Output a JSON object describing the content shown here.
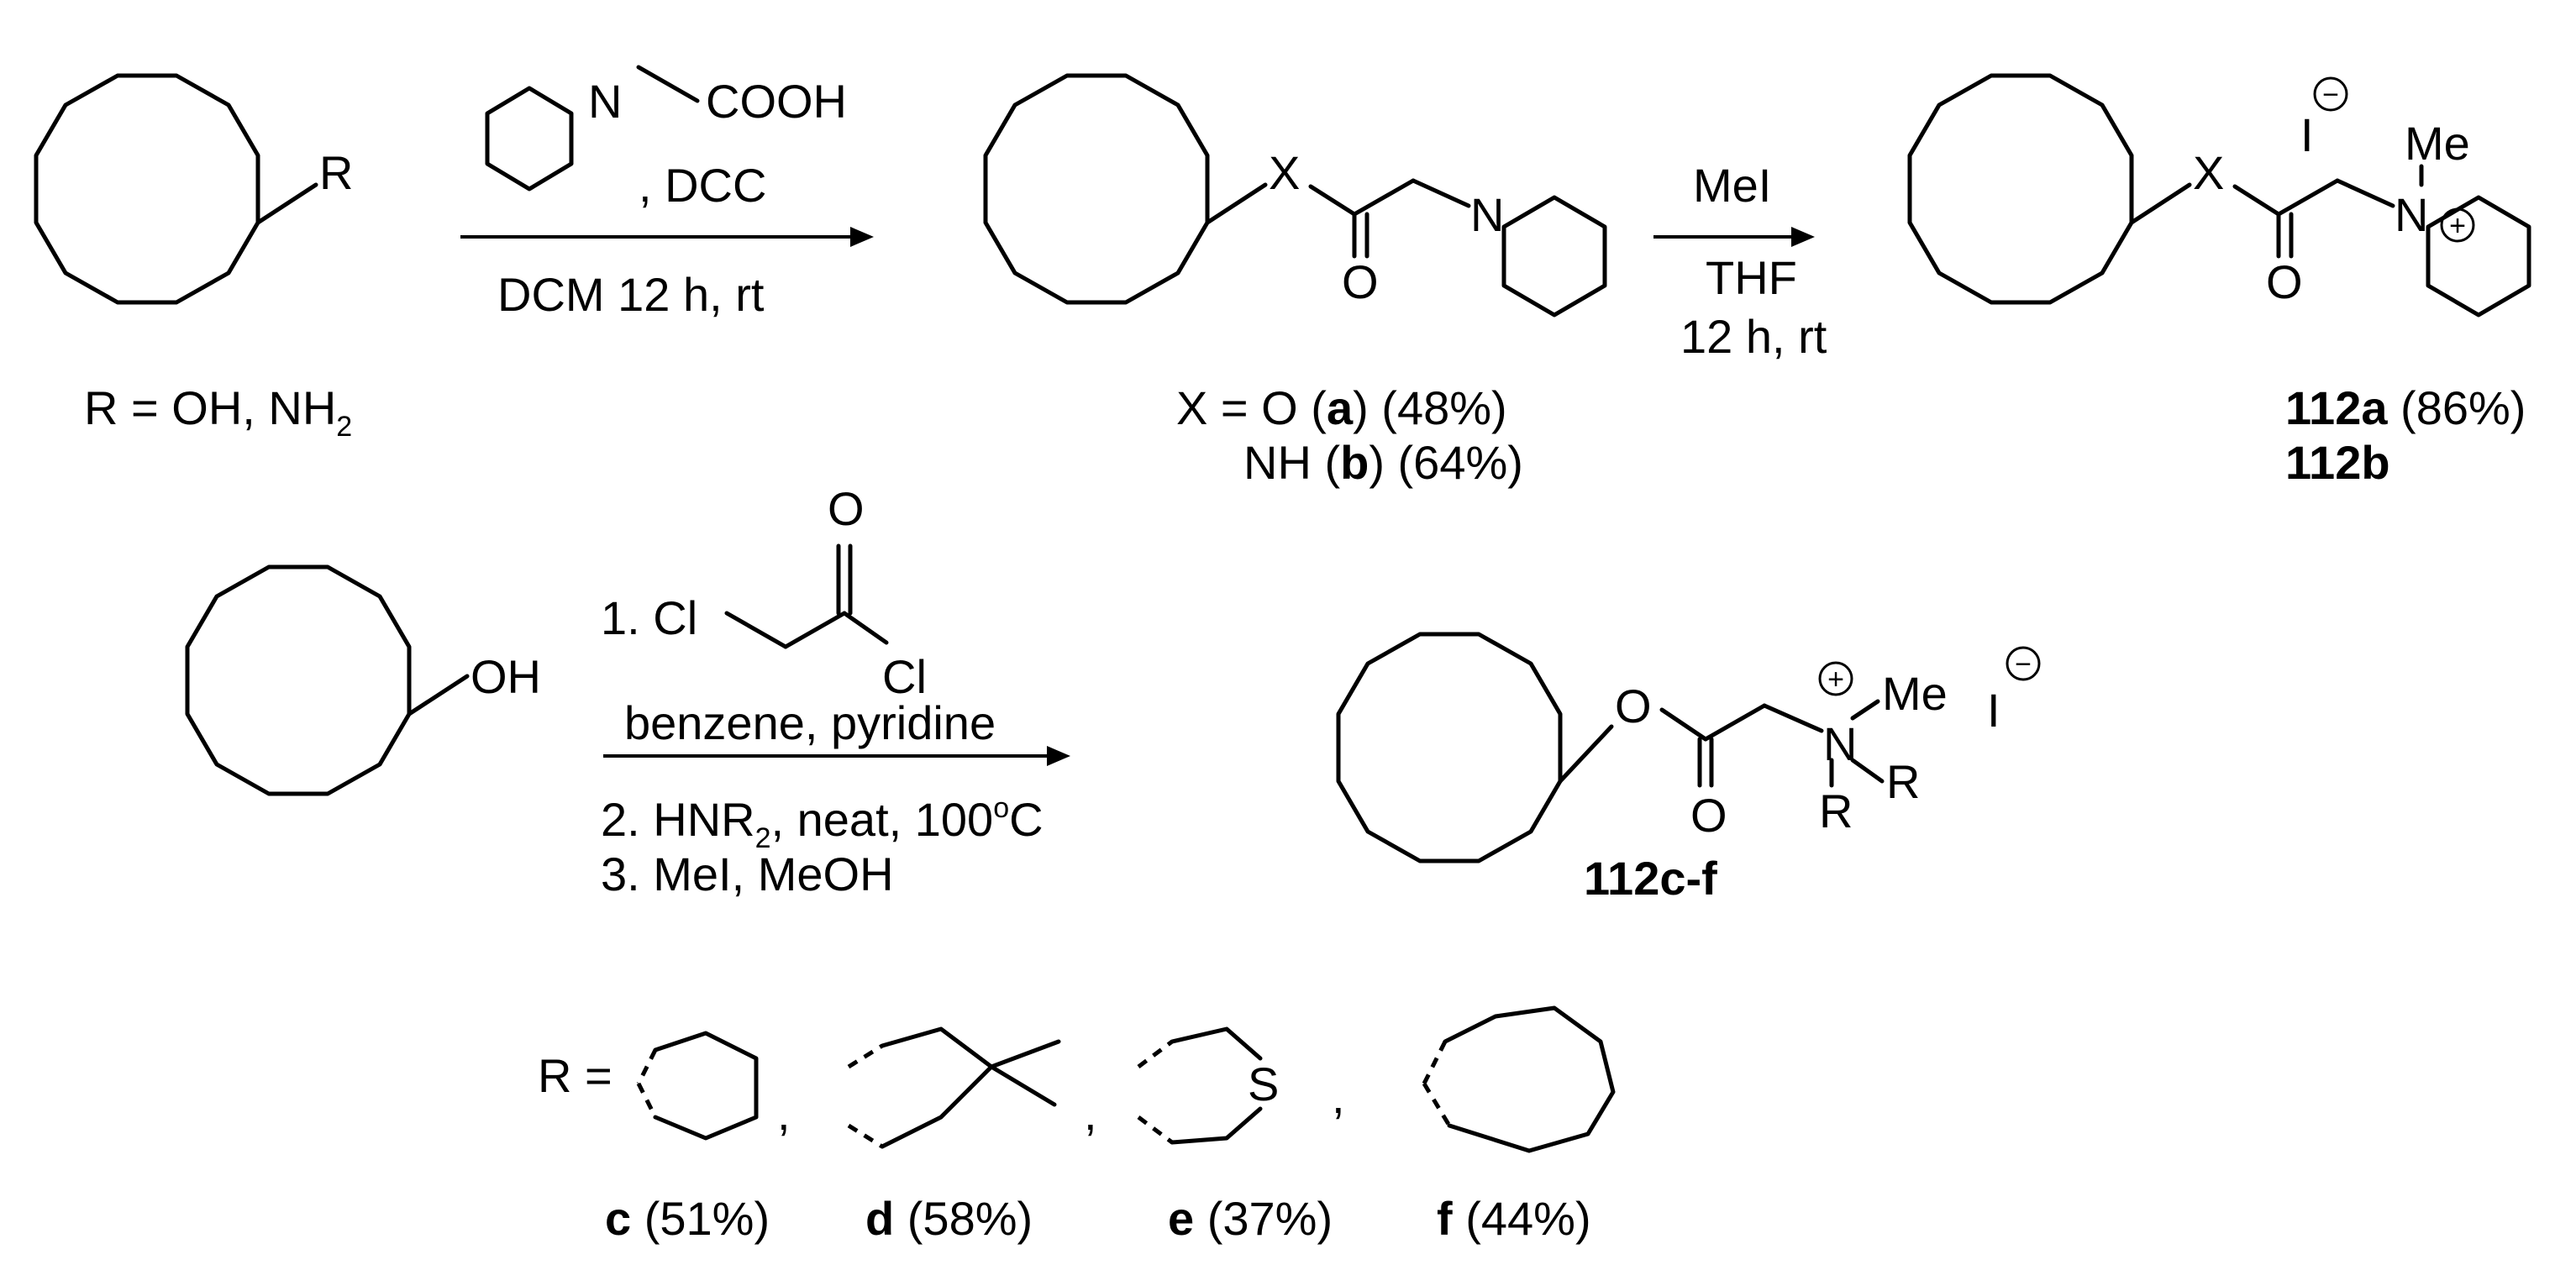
{
  "row1": {
    "start_sub": "R",
    "start_def": "R = OH, NH",
    "start_def_sub": "2",
    "reagent_N": "N",
    "reagent_acid": "COOH",
    "reagent_dcc": ", DCC",
    "cond1": "DCM 12 h, rt",
    "int_X": "X",
    "int_O": "O",
    "int_N": "N",
    "int_line1": "X = O (",
    "int_line1_b": "a",
    "int_line1_end": ") (48%)",
    "int_line2": "NH (",
    "int_line2_b": "b",
    "int_line2_end": ") (64%)",
    "step2_top": "MeI",
    "step2_mid": "THF",
    "step2_bot": "12 h, rt",
    "prod_X": "X",
    "prod_O": "O",
    "prod_N": "N",
    "prod_Me": "Me",
    "prod_I": "I",
    "prod_label_a": "112a",
    "prod_label_a_yield": " (86%)",
    "prod_label_b": "112b"
  },
  "row2": {
    "start_OH": "OH",
    "r_step1": "1. Cl",
    "r_O": "O",
    "r_Cl": "Cl",
    "r_solv": "benzene, pyridine",
    "r_step2": "2. HNR",
    "r_step2_sub": "2",
    "r_step2_end": ", neat, 100",
    "r_step2_sup": "o",
    "r_step2_C": "C",
    "r_step3": "3. MeI, MeOH",
    "p_O_ester": "O",
    "p_O_carbonyl": "O",
    "p_N": "N",
    "p_Me": "Me",
    "p_R1": "R",
    "p_R2": "R",
    "p_I": "I",
    "p_label": "112c-f"
  },
  "r_groups": {
    "prefix": "R =",
    "sep": ",",
    "heteroatom": "S",
    "items": [
      {
        "letter": "c",
        "yield": " (51%)"
      },
      {
        "letter": "d",
        "yield": " (58%)"
      },
      {
        "letter": "e",
        "yield": " (37%)"
      },
      {
        "letter": "f",
        "yield": " (44%)"
      }
    ]
  },
  "charges": {
    "minus": "−",
    "plus": "+"
  }
}
